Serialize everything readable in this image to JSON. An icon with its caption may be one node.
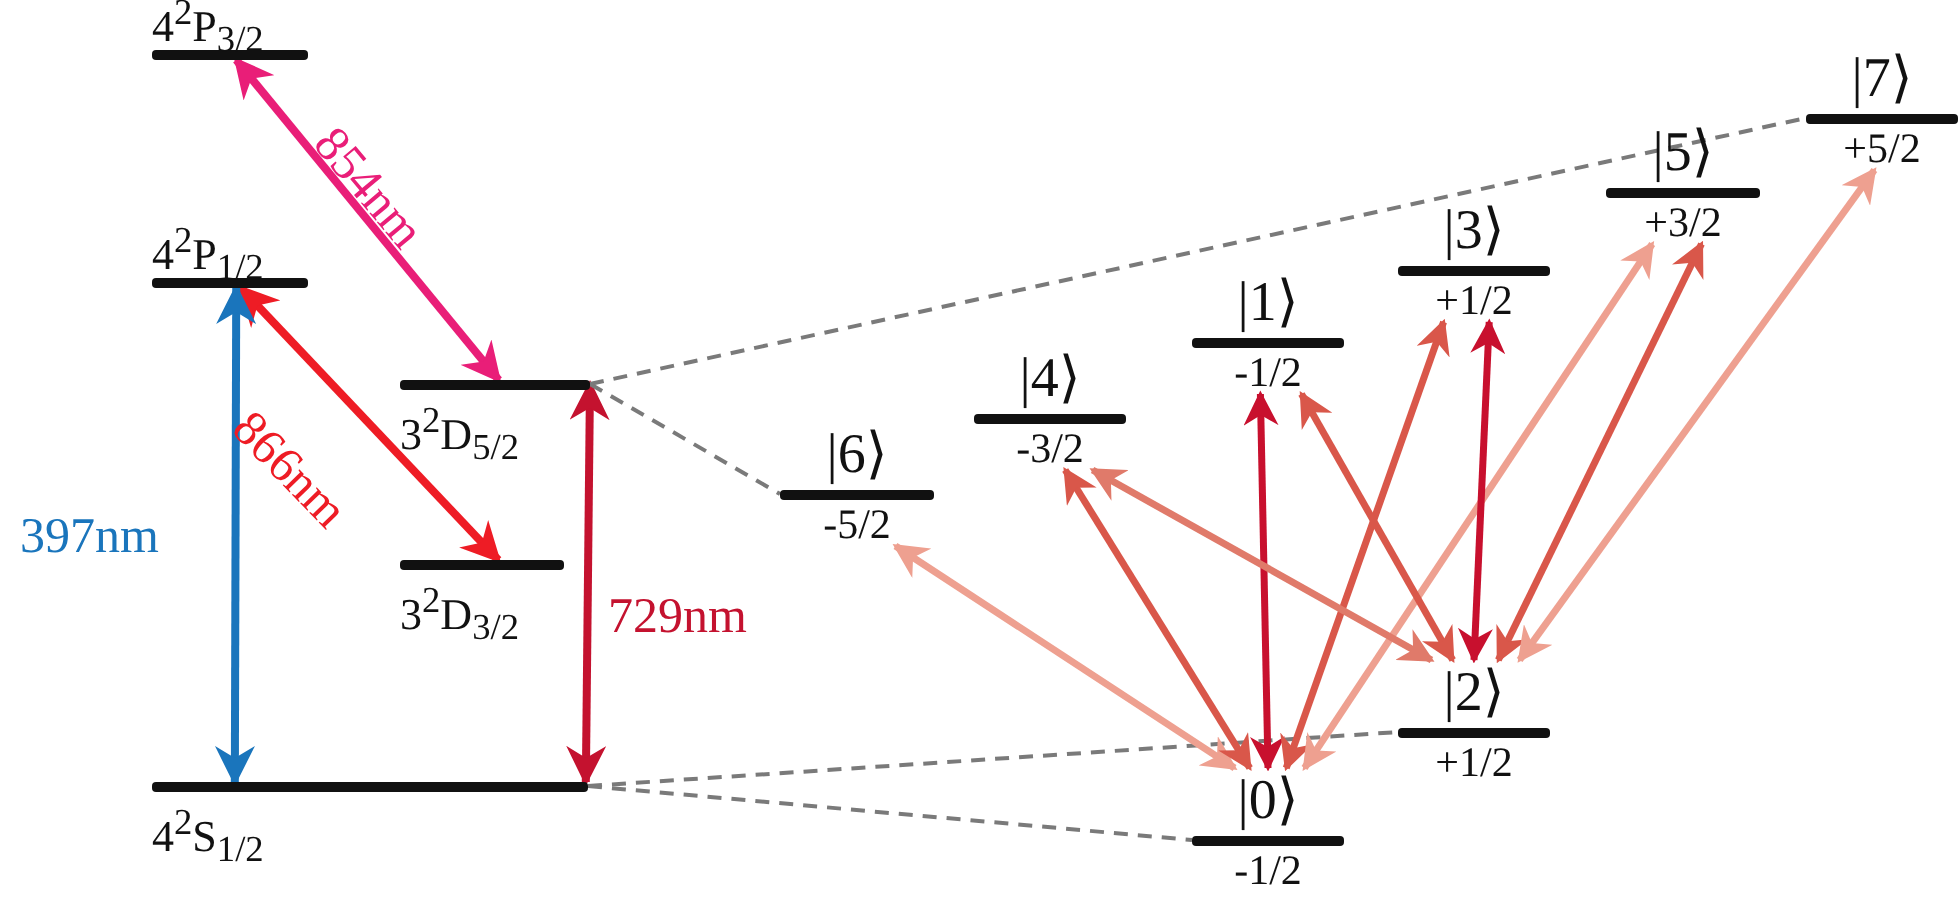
{
  "diagram": {
    "nodes": [
      {
        "text": [
          "4$^{2}$P$_{3/2}$"
        ]
      },
      {
        "text": [
          "4$^{2}$P$_{1/2}$"
        ]
      },
      {
        "text": [
          "3$^{2}$D$_{5/2}$"
        ]
      },
      {
        "text": [
          "3$^{2}$D$_{3/2}$"
        ]
      },
      {
        "text": [
          "4$^{2}$S$_{1/2}$"
        ]
      },
      {
        "text": [
          "|6⟩",
          "-5/2"
        ]
      },
      {
        "text": [
          "|4⟩",
          "-3/2"
        ]
      },
      {
        "text": [
          "|1⟩",
          "-1/2"
        ]
      },
      {
        "text": [
          "|3⟩",
          "+1/2"
        ]
      },
      {
        "text": [
          "|5⟩",
          "+3/2"
        ]
      },
      {
        "text": [
          "|7⟩",
          "+5/2"
        ]
      },
      {
        "text": [
          "|2⟩",
          "+1/2"
        ]
      },
      {
        "text": [
          "|0⟩",
          "-1/2"
        ]
      }
    ],
    "edges": [
      {
        "from": 0,
        "to": 2,
        "arrow": "both",
        "label": "854nm",
        "color": "#e91e78"
      },
      {
        "from": 1,
        "to": 3,
        "arrow": "both",
        "label": "866nm",
        "color": "#ee1c25"
      },
      {
        "from": 1,
        "to": 4,
        "arrow": "both",
        "label": "397nm",
        "color": "#1a75bc"
      },
      {
        "from": 2,
        "to": 4,
        "arrow": "both",
        "label": "729nm",
        "color": "#c4122f"
      },
      {
        "from": 2,
        "to": 5,
        "arrow": "none",
        "style": "dashed",
        "color": "#7a7a7a"
      },
      {
        "from": 2,
        "to": 10,
        "arrow": "none",
        "style": "dashed",
        "color": "#7a7a7a"
      },
      {
        "from": 4,
        "to": 11,
        "arrow": "none",
        "style": "dashed",
        "color": "#7a7a7a"
      },
      {
        "from": 4,
        "to": 12,
        "arrow": "none",
        "style": "dashed",
        "color": "#7a7a7a"
      },
      {
        "from": 12,
        "to": 5,
        "arrow": "both",
        "color": "#eea090"
      },
      {
        "from": 12,
        "to": 6,
        "arrow": "both",
        "color": "#d9574a"
      },
      {
        "from": 12,
        "to": 7,
        "arrow": "both",
        "color": "#c8102e"
      },
      {
        "from": 12,
        "to": 8,
        "arrow": "both",
        "color": "#d9574a"
      },
      {
        "from": 12,
        "to": 9,
        "arrow": "both",
        "color": "#eea090"
      },
      {
        "from": 11,
        "to": 6,
        "arrow": "both",
        "color": "#e07a6a"
      },
      {
        "from": 11,
        "to": 7,
        "arrow": "both",
        "color": "#d9574a"
      },
      {
        "from": 11,
        "to": 8,
        "arrow": "both",
        "color": "#c8102e"
      },
      {
        "from": 11,
        "to": 9,
        "arrow": "both",
        "color": "#d9574a"
      },
      {
        "from": 11,
        "to": 10,
        "arrow": "both",
        "color": "#eea090"
      }
    ]
  }
}
